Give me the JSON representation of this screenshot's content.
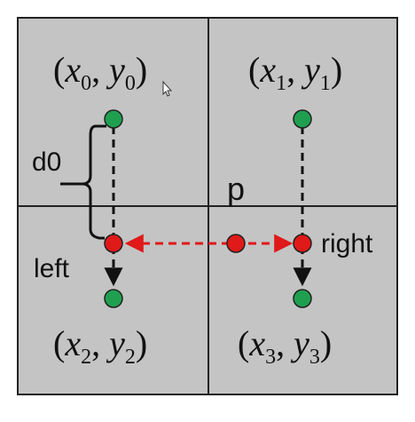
{
  "colors": {
    "cell_fill": "#c4c4c4",
    "grid_line": "#222222",
    "green_point": "#1fa050",
    "red_point": "#e01919",
    "dashed_black": "#111111",
    "dashed_red": "#e01919"
  },
  "icons": {
    "cursor": "mouse-pointer-icon"
  },
  "labels": {
    "p0": {
      "x": "x",
      "xs": "0",
      "y": "y",
      "ys": "0"
    },
    "p1": {
      "x": "x",
      "xs": "1",
      "y": "y",
      "ys": "1"
    },
    "p2": {
      "x": "x",
      "xs": "2",
      "y": "y",
      "ys": "2"
    },
    "p3": {
      "x": "x",
      "xs": "3",
      "y": "y",
      "ys": "3"
    },
    "d0": "d0",
    "p": "p",
    "left": "left",
    "right": "right"
  }
}
